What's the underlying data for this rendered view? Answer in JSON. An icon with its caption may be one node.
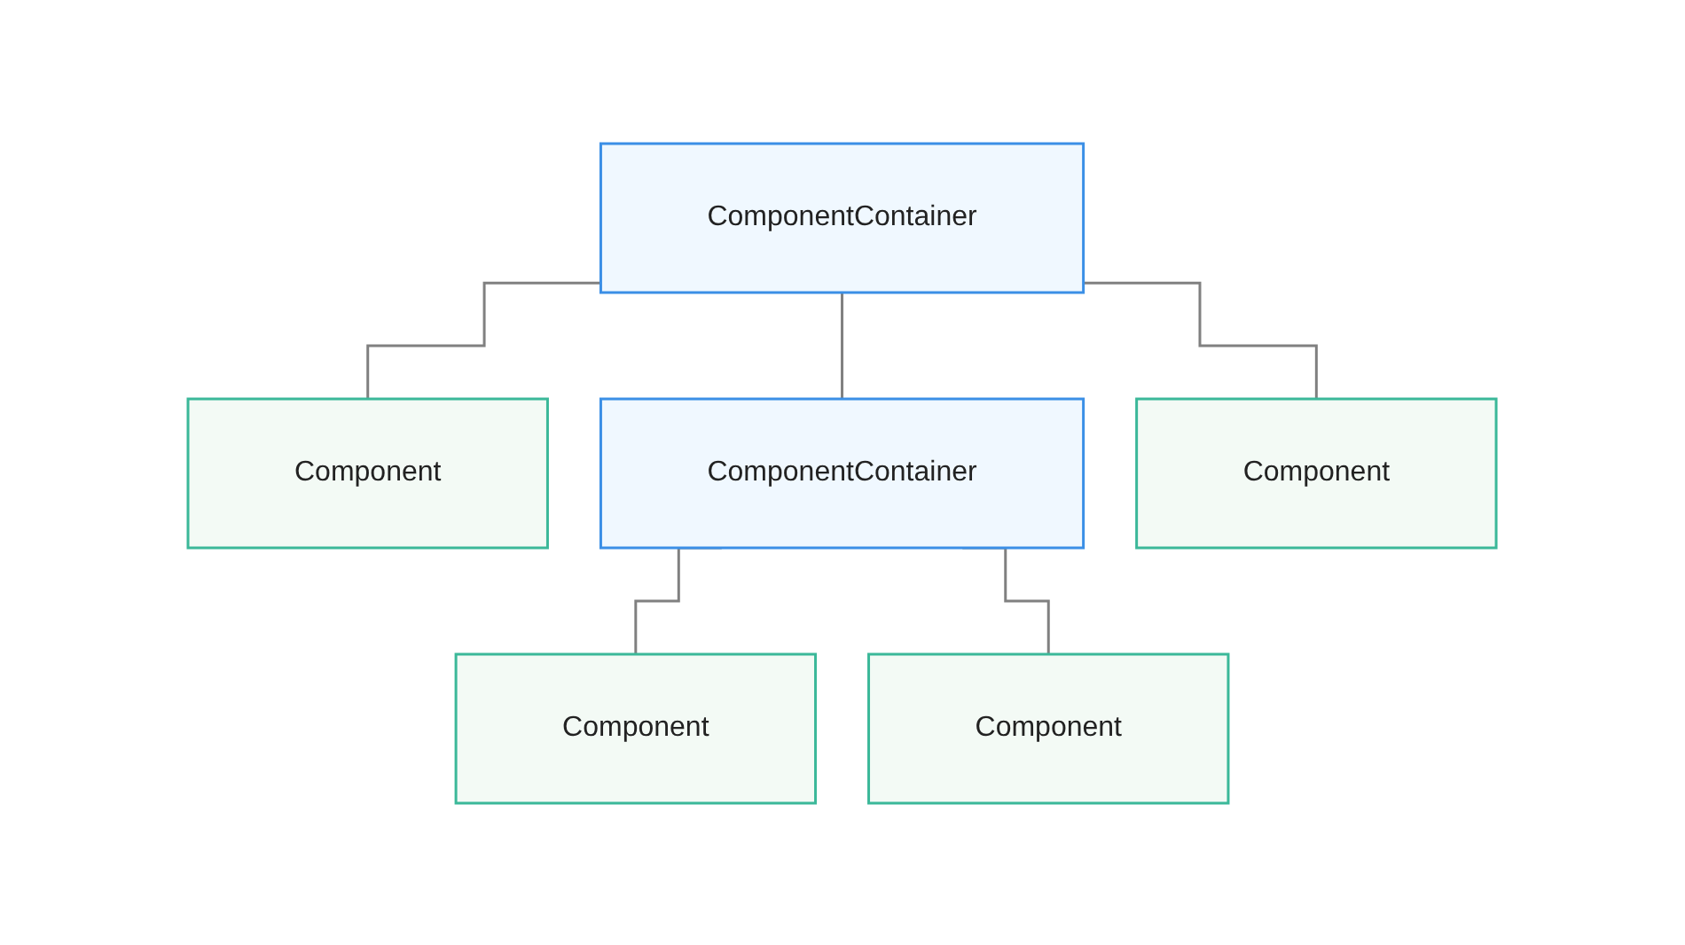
{
  "diagram": {
    "nodes": [
      {
        "text": [
          "ComponentContainer"
        ]
      },
      {
        "text": [
          "Component"
        ]
      },
      {
        "text": [
          "ComponentContainer"
        ]
      },
      {
        "text": [
          "Component"
        ]
      },
      {
        "text": [
          "Component"
        ]
      },
      {
        "text": [
          "Component"
        ]
      }
    ],
    "edges": [
      {
        "from": 0,
        "to": 1,
        "arrow": "none"
      },
      {
        "from": 0,
        "to": 2,
        "arrow": "none"
      },
      {
        "from": 0,
        "to": 3,
        "arrow": "none"
      },
      {
        "from": 2,
        "to": 4,
        "arrow": "none"
      },
      {
        "from": 2,
        "to": 5,
        "arrow": "none"
      }
    ]
  }
}
